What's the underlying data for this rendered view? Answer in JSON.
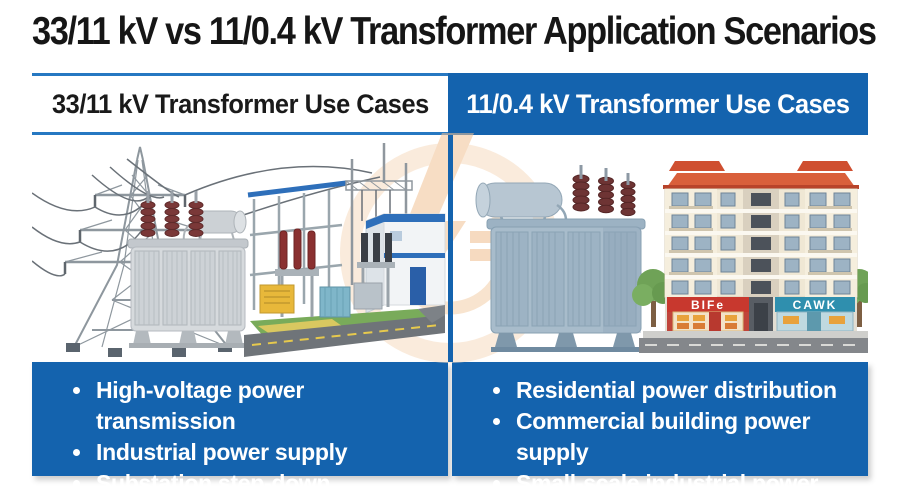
{
  "title": "33/11 kV vs 11/0.4 kV Transformer Application Scenarios",
  "colors": {
    "primary_blue": "#1463ae",
    "header_border_blue": "#2678c2",
    "title_text": "#161616",
    "header_left_text": "#1a1a1a",
    "header_right_text": "#ffffff",
    "bullet_text": "#ffffff",
    "watermark_orange": "#f2c294",
    "background": "#ffffff"
  },
  "columns": [
    {
      "id": "left",
      "header": "33/11 kV Transformer Use Cases",
      "bullets": [
        "High-voltage power transmission",
        "Industrial power supply",
        "Substation step-down"
      ],
      "illustrations": [
        "transmission-tower",
        "power-transformer",
        "substation-yard"
      ]
    },
    {
      "id": "right",
      "header": "11/0.4 kV Transformer Use Cases",
      "bullets": [
        "Residential power distribution",
        "Commercial building power supply",
        "Small-scale industrial power"
      ],
      "illustrations": [
        "distribution-transformer",
        "apartment-building"
      ],
      "shop_signs": [
        "BIFe",
        "CAWK"
      ]
    }
  ]
}
